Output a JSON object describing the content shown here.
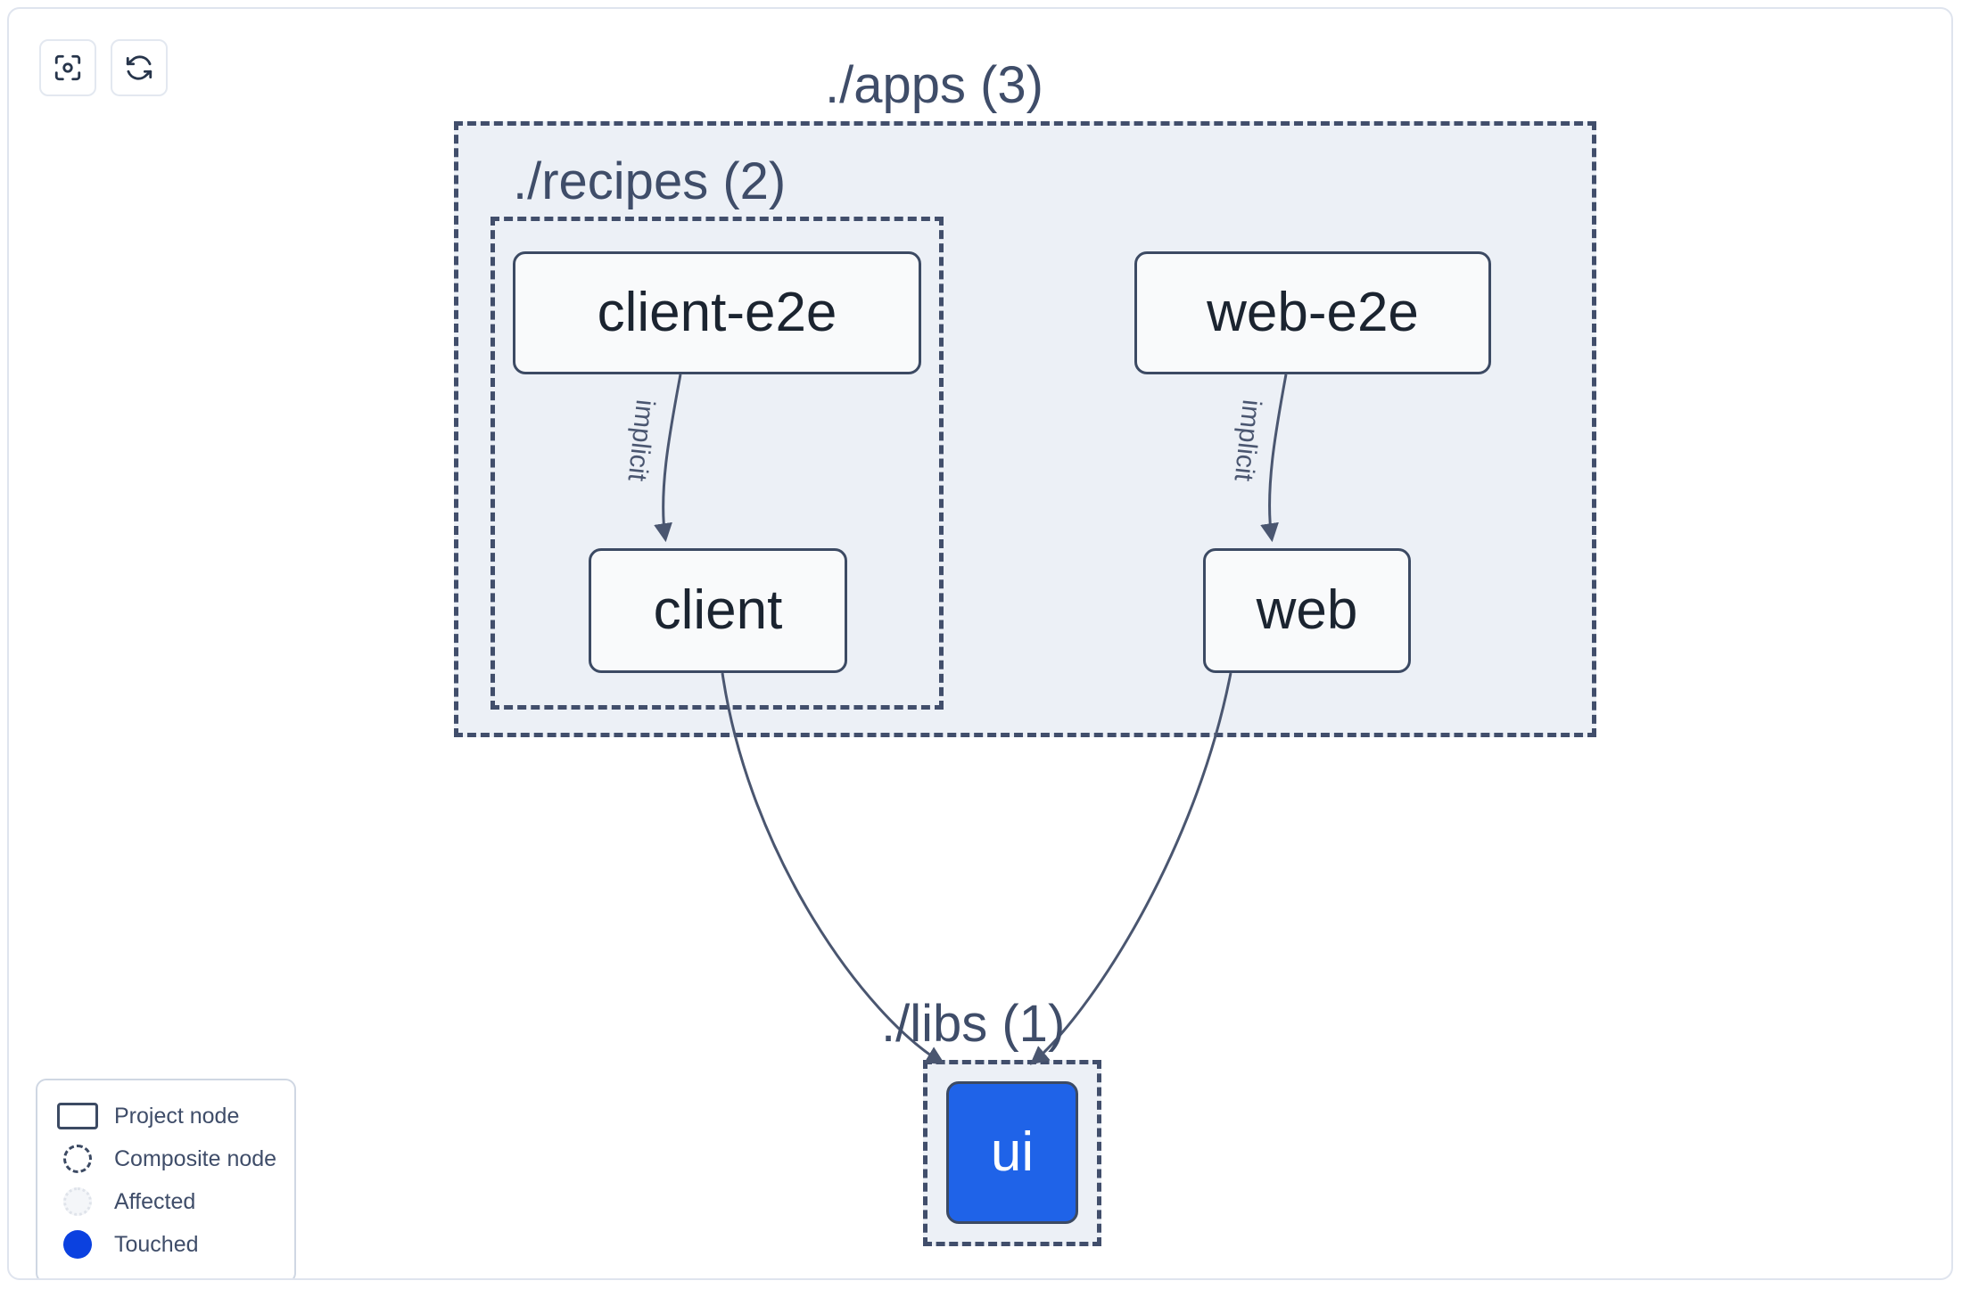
{
  "toolbar": {
    "buttons": [
      {
        "name": "focus-graph-button",
        "icon": "focus-scan-icon",
        "label": ""
      },
      {
        "name": "refresh-graph-button",
        "icon": "refresh-icon",
        "label": ""
      }
    ]
  },
  "graph": {
    "groups": [
      {
        "id": "apps",
        "label": "./apps (3)",
        "count": 3
      },
      {
        "id": "recipes",
        "label": "./recipes (2)",
        "count": 2
      },
      {
        "id": "libs",
        "label": "./libs (1)",
        "count": 1
      }
    ],
    "nodes": [
      {
        "id": "client-e2e",
        "label": "client-e2e",
        "group": "recipes",
        "state": "project"
      },
      {
        "id": "client",
        "label": "client",
        "group": "recipes",
        "state": "project"
      },
      {
        "id": "web-e2e",
        "label": "web-e2e",
        "group": "apps",
        "state": "project"
      },
      {
        "id": "web",
        "label": "web",
        "group": "apps",
        "state": "project"
      },
      {
        "id": "ui",
        "label": "ui",
        "group": "libs",
        "state": "touched"
      }
    ],
    "edges": [
      {
        "from": "client-e2e",
        "to": "client",
        "label": "implicit"
      },
      {
        "from": "web-e2e",
        "to": "web",
        "label": "implicit"
      },
      {
        "from": "client",
        "to": "ui",
        "label": ""
      },
      {
        "from": "web",
        "to": "ui",
        "label": ""
      }
    ]
  },
  "legend": {
    "items": [
      {
        "swatch": "project-node-swatch",
        "label": "Project node"
      },
      {
        "swatch": "composite-node-swatch",
        "label": "Composite node"
      },
      {
        "swatch": "affected-swatch",
        "label": "Affected"
      },
      {
        "swatch": "touched-swatch",
        "label": "Touched"
      }
    ]
  },
  "colors": {
    "touched": "#0b41e0",
    "node_border": "#3c4a63",
    "group_border": "#414e6b",
    "group_fill": "#ecf0f6",
    "edge": "#4a5670",
    "text": "#3f4d69",
    "canvas_border": "#dfe4ee"
  }
}
